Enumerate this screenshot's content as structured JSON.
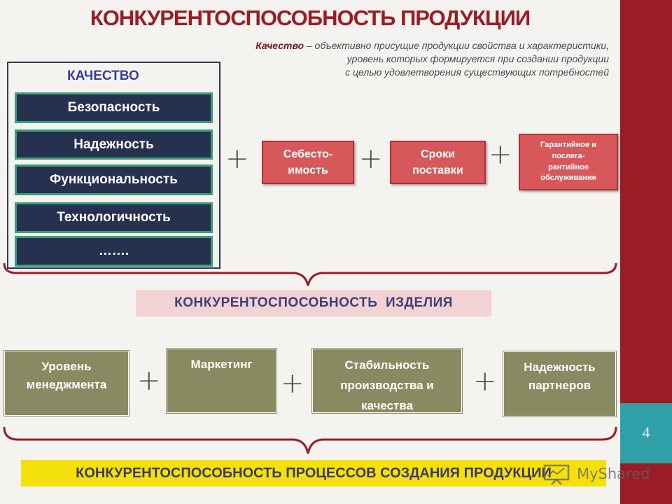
{
  "slide": {
    "title": "КОНКУРЕНТОСПОСОБНОСТЬ ПРОДУКЦИИ",
    "page_number": "4"
  },
  "definition": {
    "term": "Качество",
    "text_line1": " – объективно присущие продукции свойства и характеристики,",
    "text_line2": "уровень которых формируется при создании продукции",
    "text_line3": "с целью удовлетворения существующих потребностей"
  },
  "quality_group": {
    "label": "КАЧЕСТВО",
    "items": [
      "Безопасность",
      "Надежность",
      "Функциональность",
      "Технологичность",
      "……."
    ]
  },
  "factors": {
    "cost": "Себесто-\nимость",
    "delivery": "Сроки\nпоставки",
    "service": "Гарантийное и\nпослега-\nрантийное\nобслуживание"
  },
  "plus_sign": "+",
  "product_result": "КОНКУРЕНТОСПОСОБНОСТЬ  ИЗДЕЛИЯ",
  "process_factors": [
    "Уровень\nменеджмента",
    "Маркетинг",
    "Стабильность\nпроизводства и\nкачества",
    "Надежность\nпартнеров"
  ],
  "process_result": "КОНКУРЕНТОСПОСОБНОСТЬ ПРОЦЕССОВ СОЗДАНИЯ ПРОДУКЦИИ",
  "watermark": "MyShared",
  "colors": {
    "brand_red": "#9b1c24",
    "teal": "#30a0a8",
    "navy": "#26304f",
    "green_border": "#3aa07a",
    "factor_red": "#d7585a",
    "olive": "#8a8a62",
    "pink": "#f2d2d3",
    "yellow": "#f5e10a"
  }
}
